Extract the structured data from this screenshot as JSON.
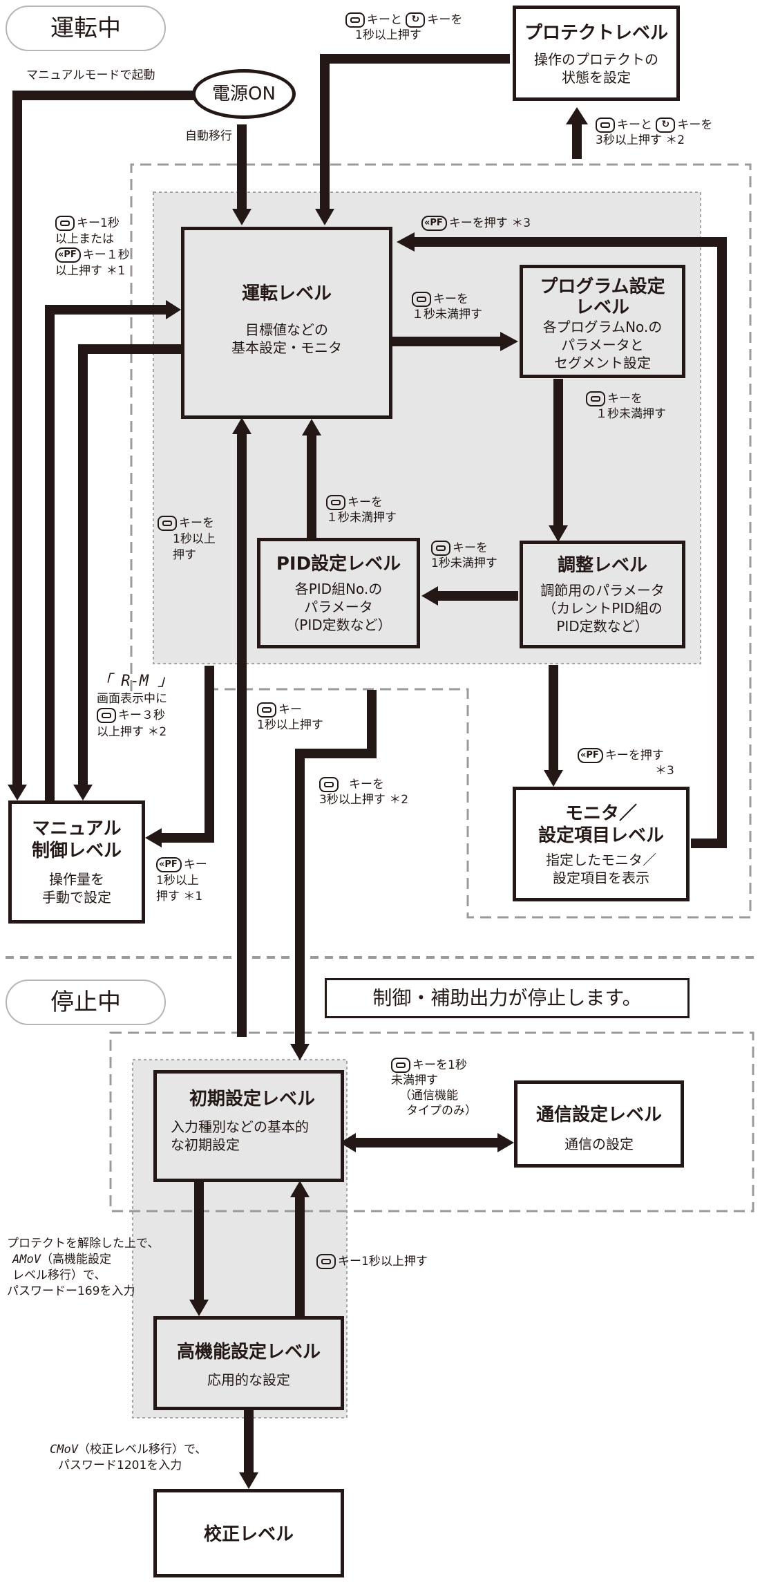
{
  "states": {
    "running": "運転中",
    "stopped": "停止中"
  },
  "power": "電源ON",
  "notice": "制御・補助出力が停止します。",
  "icons": {
    "mode_key": "mode-key-icon",
    "level_key": "level-key-icon",
    "pf_key": "pf-key-icon"
  },
  "levels": {
    "protect": {
      "title": "プロテクトレベル",
      "desc1": "操作のプロテクトの",
      "desc2": "状態を設定"
    },
    "operation": {
      "title": "運転レベル",
      "desc1": "目標値などの",
      "desc2": "基本設定・モニタ"
    },
    "program": {
      "title1": "プログラム設定",
      "title2": "レベル",
      "desc1": "各プログラムNo.の",
      "desc2": "パラメータと",
      "desc3": "セグメント設定"
    },
    "pid": {
      "title": "PID設定レベル",
      "desc1": "各PID組No.の",
      "desc2": "パラメータ",
      "desc3": "（PID定数など）"
    },
    "adjust": {
      "title": "調整レベル",
      "desc1": "調節用のパラメータ",
      "desc2": "（カレントPID組の",
      "desc3": "PID定数など）"
    },
    "manual": {
      "title1": "マニュアル",
      "title2": "制御レベル",
      "desc1": "操作量を",
      "desc2": "手動で設定"
    },
    "monitor": {
      "title1": "モニタ／",
      "title2": "設定項目レベル",
      "desc1": "指定したモニタ／",
      "desc2": "設定項目を表示"
    },
    "initial": {
      "title": "初期設定レベル",
      "desc1": "入力種別などの基本的",
      "desc2": "な初期設定"
    },
    "comm": {
      "title": "通信設定レベル",
      "desc1": "通信の設定"
    },
    "advanced": {
      "title": "高機能設定レベル",
      "desc1": "応用的な設定"
    },
    "calibration": {
      "title": "校正レベル"
    }
  },
  "labels": {
    "manual_start": "マニュアルモードで起動",
    "auto_transition": "自動移行",
    "to_protect_a": "キーと",
    "to_protect_b": "キーを",
    "to_protect_c": "1秒以上押す",
    "from_protect_a": "キーと",
    "from_protect_b": "キーを",
    "from_protect_c": "3秒以上押す ＊2",
    "mode_to_manual_1": "キー1秒",
    "mode_to_manual_2": "以上または",
    "mode_to_manual_3": "キー１秒",
    "mode_to_manual_4": "以上押す ＊1",
    "monitor_return": "キーを押す ＊3",
    "op_to_program_1": "キーを",
    "op_to_program_2": "１秒未満押す",
    "program_to_adjust_1": "キーを",
    "program_to_adjust_2": "１秒未満押す",
    "pid_to_op_1": "キーを",
    "pid_to_op_2": "１秒未満押す",
    "adjust_to_pid_1": "キーを",
    "adjust_to_pid_2": "1秒未満押す",
    "manual_to_op_1": "キーを",
    "manual_to_op_2": "1秒以上",
    "manual_to_op_3": "押す",
    "am_display_1": "「 R-M 」",
    "am_display_2": "画面表示中に",
    "am_display_3": "キー３秒",
    "am_display_4": "以上押す ＊2",
    "stop_to_op_1": "キー",
    "stop_to_op_2": "1秒以上押す",
    "op_to_initial_1": "キーを",
    "op_to_initial_2": "3秒以上押す ＊2",
    "adjust_to_monitor_1": "キーを押す",
    "adjust_to_monitor_2": "＊3",
    "manual_pf_1": "キー",
    "manual_pf_2": "1秒以上",
    "manual_pf_3": "押す ＊1",
    "initial_comm_1": "キーを1秒",
    "initial_comm_2": "未満押す",
    "initial_comm_3": "（通信機能",
    "initial_comm_4": "タイプのみ）",
    "to_advanced_1": "プロテクトを解除した上で、",
    "to_advanced_2": "（高機能設定",
    "to_advanced_3": "レベル移行）で、",
    "to_advanced_4": "パスワードー169を入力",
    "to_advanced_code": "AMoV",
    "advanced_to_initial": "キー1秒以上押す",
    "to_calibration_code": "CMoV",
    "to_calibration_1": "（校正レベル移行）で、",
    "to_calibration_2": "パスワード1201を入力"
  }
}
